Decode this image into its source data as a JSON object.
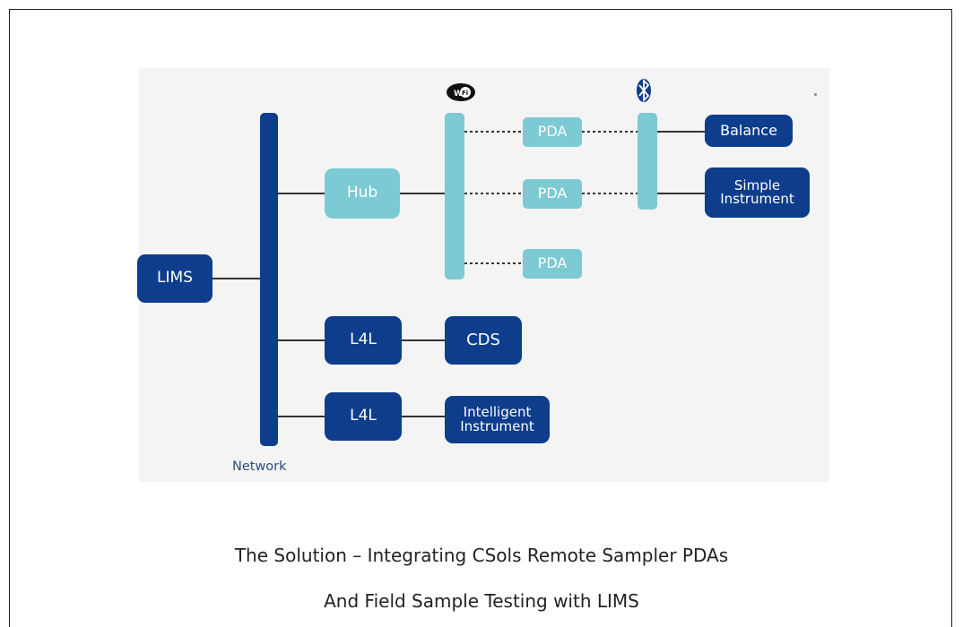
{
  "diagram": {
    "nodes": {
      "lims": "LIMS",
      "hub": "Hub",
      "pda1": "PDA",
      "pda2": "PDA",
      "pda3": "PDA",
      "balance": "Balance",
      "simple_instrument": "Simple Instrument",
      "l4l_1": "L4L",
      "l4l_2": "L4L",
      "cds": "CDS",
      "intelligent_instrument": "Intelligent Instrument"
    },
    "network_label": "Network",
    "icons": [
      "wifi-icon",
      "bluetooth-icon"
    ],
    "colors": {
      "dark_node": "#0e3d8c",
      "light_node": "#7ccad3",
      "background": "#f4f4f4"
    }
  },
  "caption": {
    "line1": "The Solution – Integrating CSols Remote Sampler PDAs",
    "line2": "And Field Sample Testing with LIMS"
  }
}
